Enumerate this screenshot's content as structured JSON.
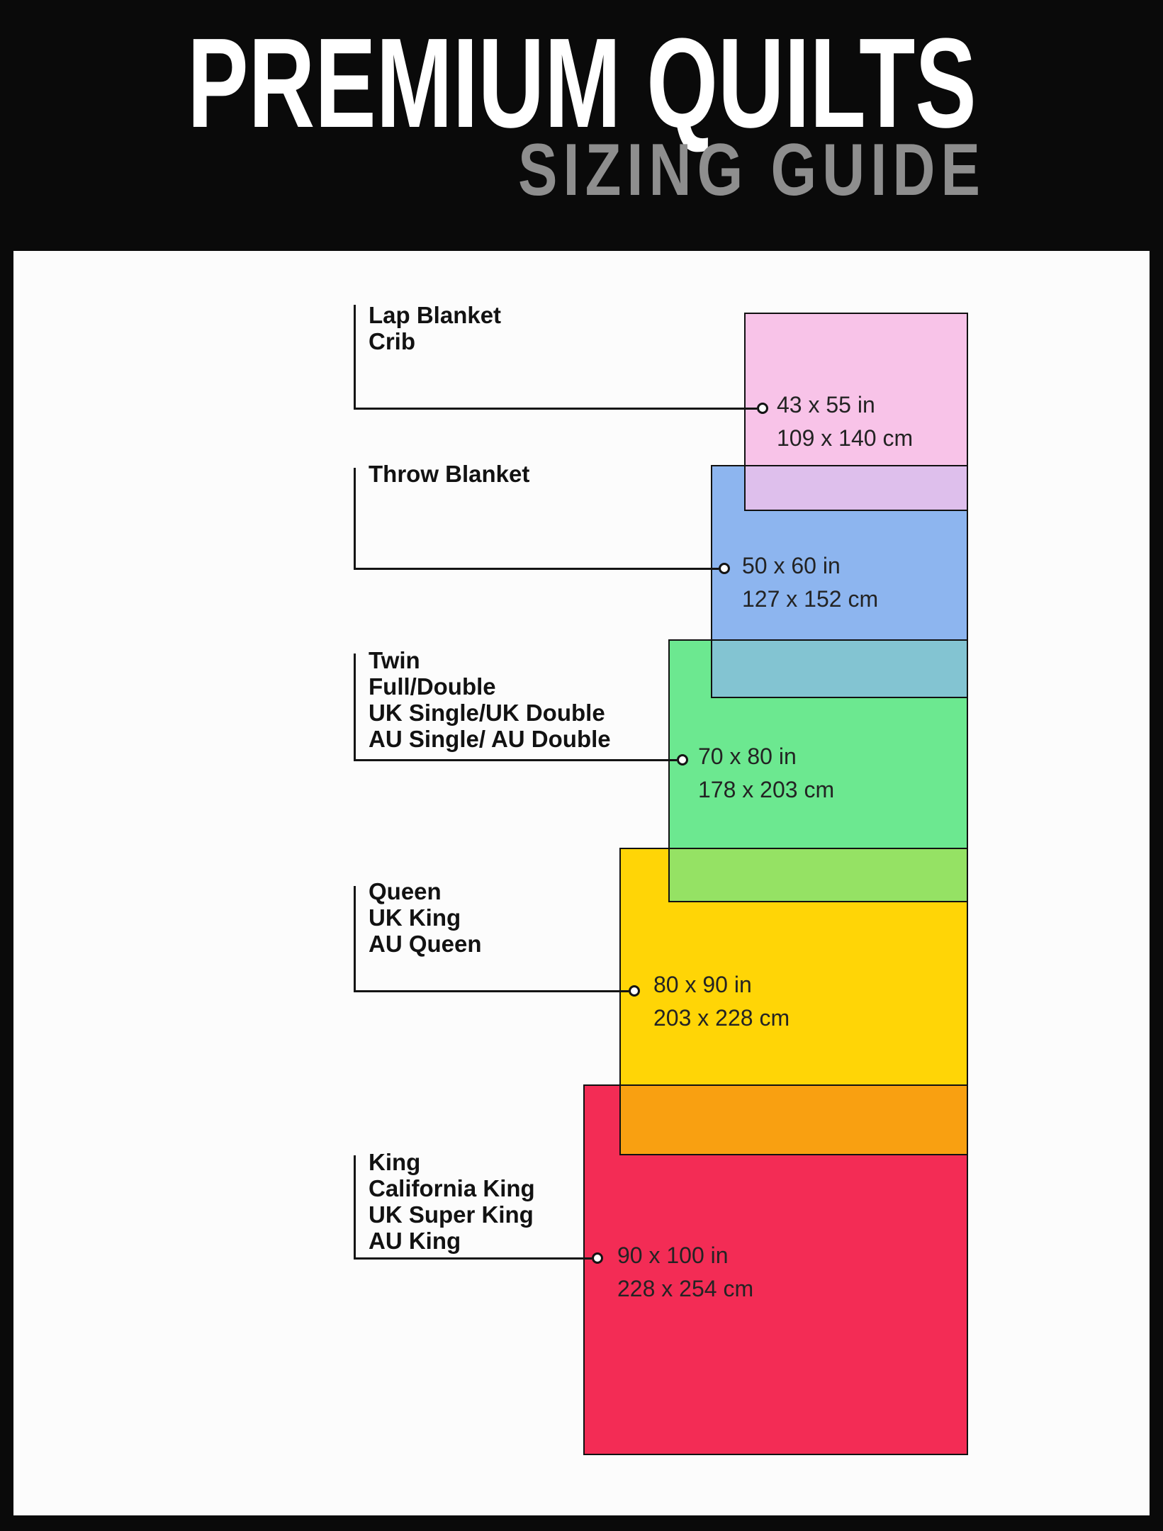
{
  "header": {
    "title": "PREMIUM QUILTS",
    "subtitle": "SIZING GUIDE"
  },
  "sizes": [
    {
      "names": [
        "Lap Blanket",
        "Crib"
      ],
      "inches": "43 x 55 in",
      "centimeters": "109 x 140 cm",
      "fill_color": "#f8c3e8"
    },
    {
      "names": [
        "Throw Blanket"
      ],
      "inches": "50 x 60 in",
      "centimeters": "127 x 152 cm",
      "fill_color": "#8db5ef"
    },
    {
      "names": [
        "Twin",
        "Full/Double",
        "UK Single/UK Double",
        "AU Single/ AU Double"
      ],
      "inches": "70 x 80 in",
      "centimeters": "178 x 203 cm",
      "fill_color": "#6ce890"
    },
    {
      "names": [
        "Queen",
        "UK King",
        "AU Queen"
      ],
      "inches": "80 x 90 in",
      "centimeters": "203 x 228 cm",
      "fill_color": "#ffd506"
    },
    {
      "names": [
        "King",
        "California King",
        "UK Super King",
        "AU King"
      ],
      "inches": "90 x 100 in",
      "centimeters": "228 x 254 cm",
      "fill_color": "#f32c55"
    }
  ],
  "overlaps": [
    {
      "between": "lap-blanket-and-throw",
      "color": "#debfec"
    },
    {
      "between": "throw-and-twin",
      "color": "#83c4d2"
    },
    {
      "between": "twin-and-queen",
      "color": "#95e264"
    },
    {
      "between": "queen-and-king",
      "color": "#f9a011"
    }
  ]
}
